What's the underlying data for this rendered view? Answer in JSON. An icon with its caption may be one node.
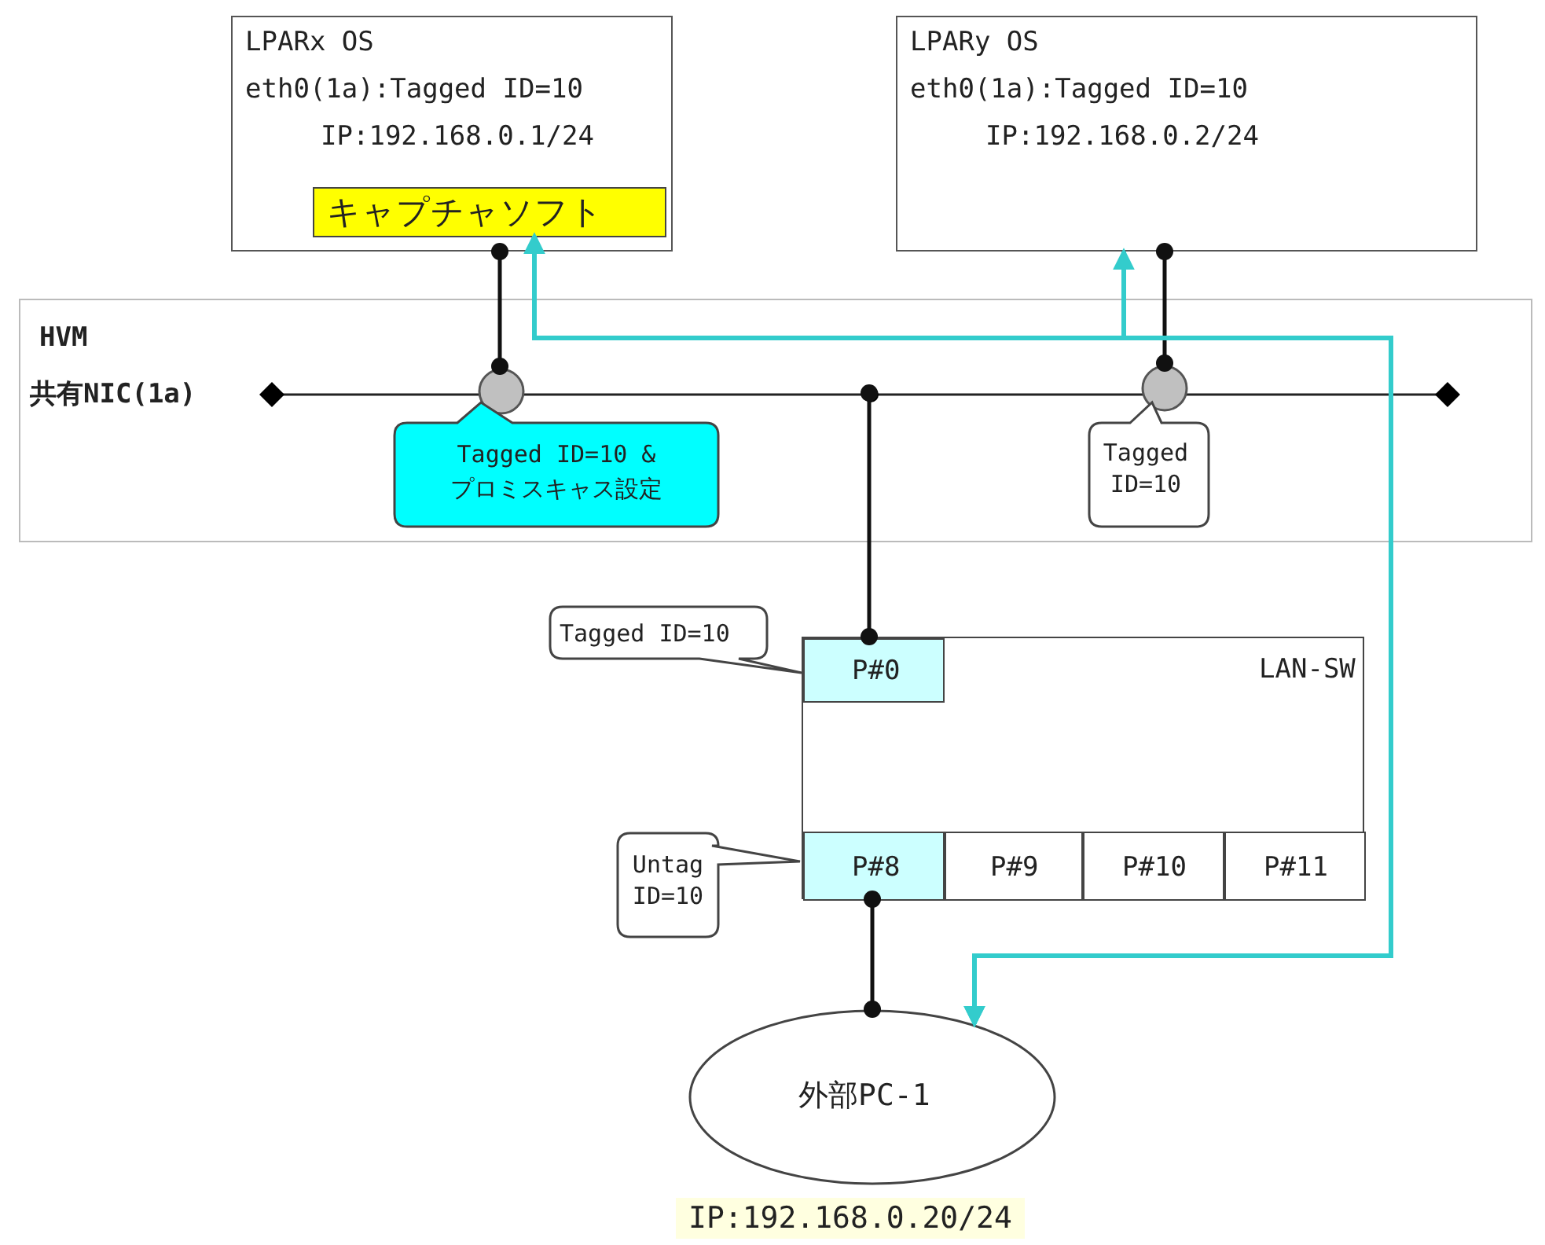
{
  "diagram": {
    "nodes": [
      {
        "text": [
          "LPARx OS",
          "eth0(1a):Tagged ID=10",
          "IP:192.168.0.1/24"
        ]
      },
      {
        "text": [
          "キャプチャソフト"
        ],
        "in": 0
      },
      {
        "text": [
          "LPARy OS",
          "eth0(1a):Tagged ID=10",
          "IP:192.168.0.2/24"
        ]
      },
      {
        "text": [
          "HVM"
        ]
      },
      {
        "text": [
          "共有NIC(1a)"
        ],
        "in": 3
      },
      {
        "text": [],
        "shape": "circle",
        "in": 3
      },
      {
        "text": [],
        "shape": "circle",
        "in": 3
      },
      {
        "text": [
          "Tagged ID=10 & プロミスキャス設定"
        ],
        "in": 3
      },
      {
        "text": [
          "Tagged ID=10"
        ],
        "in": 3
      },
      {
        "text": [
          "LAN-SW"
        ]
      },
      {
        "text": [
          "P#0"
        ],
        "in": 9
      },
      {
        "text": [
          "P#8"
        ],
        "in": 9
      },
      {
        "text": [
          "P#9"
        ],
        "in": 9
      },
      {
        "text": [
          "P#10"
        ],
        "in": 9
      },
      {
        "text": [
          "P#11"
        ],
        "in": 9
      },
      {
        "text": [
          "Tagged ID=10"
        ]
      },
      {
        "text": [
          "Untag ID=10"
        ]
      },
      {
        "text": [
          "外部PC-1"
        ],
        "beside": [
          "IP:192.168.0.20/24"
        ]
      }
    ],
    "edges": [
      {
        "from": 0,
        "to": 5,
        "arrow": "other"
      },
      {
        "from": 2,
        "to": 6,
        "arrow": "other"
      },
      {
        "from": null,
        "to": 10,
        "arrow": "other"
      },
      {
        "from": 11,
        "to": 17,
        "arrow": "other"
      },
      {
        "from": 17,
        "to": 1,
        "arrow": "both",
        "color": "#33cccc"
      },
      {
        "from": 17,
        "to": 2,
        "arrow": "both",
        "color": "#33cccc"
      }
    ]
  }
}
